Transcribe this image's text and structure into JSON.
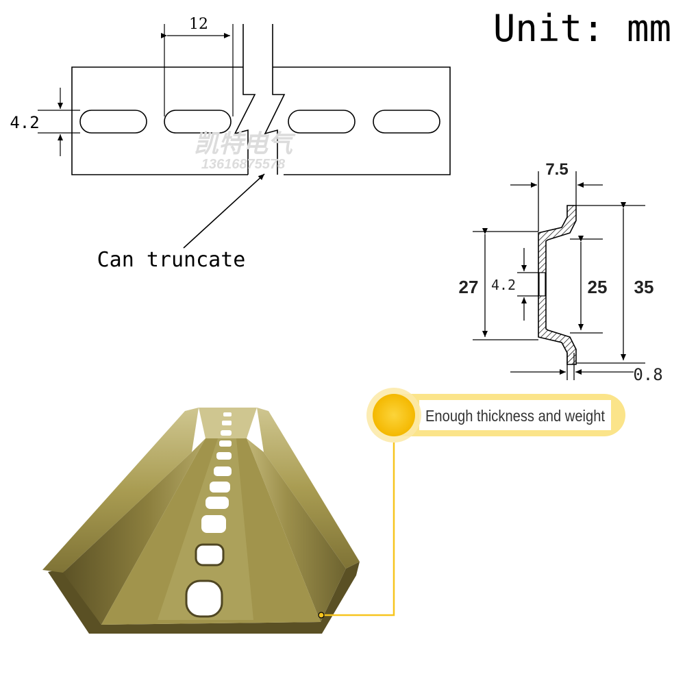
{
  "unit_label": "Unit: mm",
  "strip": {
    "slot_length": "12",
    "slot_width": "4.2",
    "watermark_text": "凯特电气",
    "watermark_phone": "13616875578",
    "callout": "Can truncate"
  },
  "profile": {
    "flange_width": "7.5",
    "inner_height": "27",
    "slot_width": "4.2",
    "web_height": "25",
    "total_height": "35",
    "thickness": "0.8"
  },
  "badge": {
    "text": "Enough thickness and weight",
    "accent_color": "#f7c51e",
    "ring_color": "#fbe48a"
  },
  "rail_photo": {
    "metal_color": "#a89a4e",
    "shadow_color": "#4f4622"
  }
}
